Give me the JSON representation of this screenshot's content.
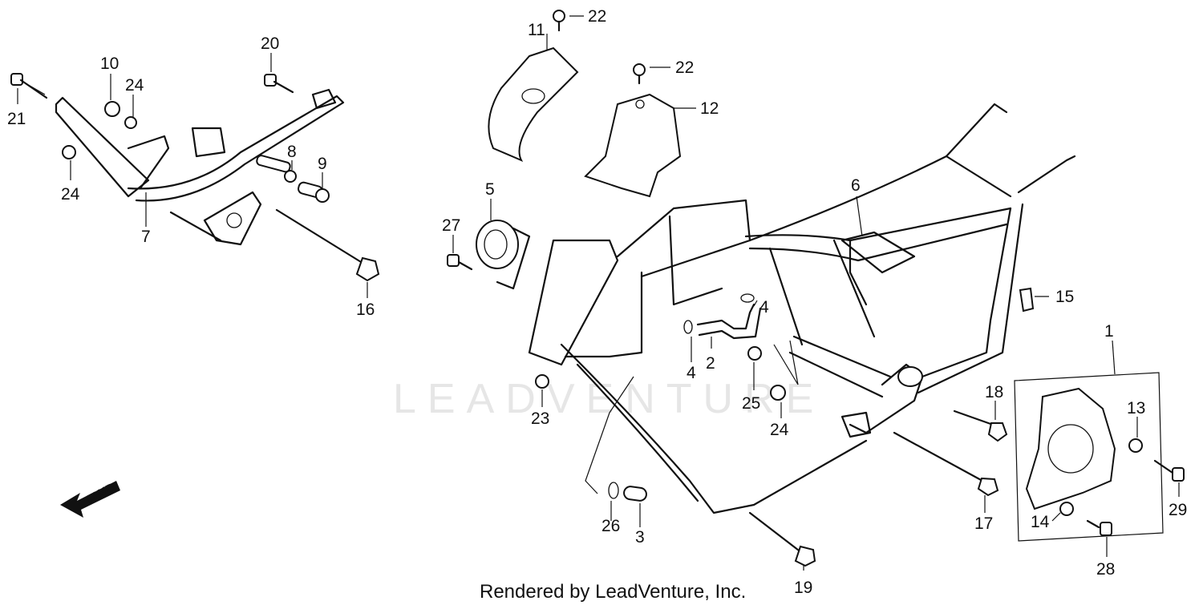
{
  "watermark": "LEADVENTURE",
  "footer": "Rendered by LeadVenture, Inc.",
  "fwd_label": "FWD",
  "callouts": {
    "c1": "1",
    "c2": "2",
    "c3": "3",
    "c4a": "4",
    "c4b": "4",
    "c5": "5",
    "c6": "6",
    "c7": "7",
    "c8": "8",
    "c9": "9",
    "c10": "10",
    "c11": "11",
    "c12": "12",
    "c13": "13",
    "c14": "14",
    "c15": "15",
    "c16": "16",
    "c17": "17",
    "c18": "18",
    "c19": "19",
    "c20": "20",
    "c21": "21",
    "c22a": "22",
    "c22b": "22",
    "c23": "23",
    "c24a": "24",
    "c24b": "24",
    "c24c": "24",
    "c25": "25",
    "c26": "26",
    "c27": "27",
    "c28": "28",
    "c29": "29"
  }
}
